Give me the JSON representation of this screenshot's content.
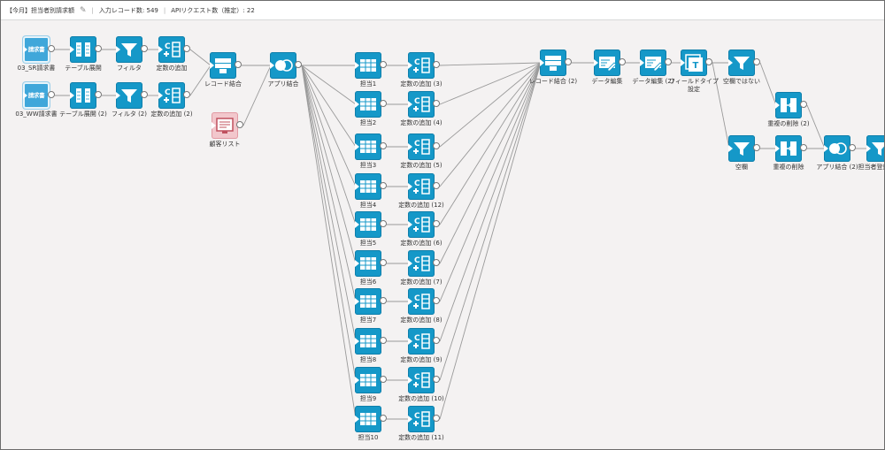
{
  "toolbar": {
    "title": "【今月】担当者別請求額",
    "input_records_label": "入力レコード数: 549",
    "api_requests_label": "APIリクエスト数（推定）: 22"
  },
  "colors": {
    "node": "#1598c8",
    "source": "#3fa7da",
    "pink": "#f2c7cc",
    "link": "#9a9a9a"
  },
  "nodes": [
    {
      "id": "src1",
      "label": "03_SR請求書",
      "icon": "invoice-source-icon",
      "text": "請求書",
      "kind": "source"
    },
    {
      "id": "exp1",
      "label": "テーブル展開",
      "icon": "table-expand-icon"
    },
    {
      "id": "fil1",
      "label": "フィルタ",
      "icon": "filter-icon"
    },
    {
      "id": "con1",
      "label": "定数の追加",
      "icon": "add-constant-icon"
    },
    {
      "id": "src2",
      "label": "03_WW請求書",
      "icon": "invoice-source-icon",
      "text": "請求書",
      "kind": "source"
    },
    {
      "id": "exp2",
      "label": "テーブル展開 (2)",
      "icon": "table-expand-icon"
    },
    {
      "id": "fil2",
      "label": "フィルタ (2)",
      "icon": "filter-icon"
    },
    {
      "id": "con2",
      "label": "定数の追加 (2)",
      "icon": "add-constant-icon"
    },
    {
      "id": "rec1",
      "label": "レコード結合",
      "icon": "record-join-icon"
    },
    {
      "id": "cust",
      "label": "顧客リスト",
      "icon": "customer-list-icon",
      "kind": "pink"
    },
    {
      "id": "app1",
      "label": "アプリ結合",
      "icon": "app-join-icon"
    },
    {
      "id": "t1",
      "label": "担当1",
      "icon": "table-icon"
    },
    {
      "id": "t2",
      "label": "担当2",
      "icon": "table-icon"
    },
    {
      "id": "t3",
      "label": "担当3",
      "icon": "table-icon"
    },
    {
      "id": "t4",
      "label": "担当4",
      "icon": "table-icon"
    },
    {
      "id": "t5",
      "label": "担当5",
      "icon": "table-icon"
    },
    {
      "id": "t6",
      "label": "担当6",
      "icon": "table-icon"
    },
    {
      "id": "t7",
      "label": "担当7",
      "icon": "table-icon"
    },
    {
      "id": "t8",
      "label": "担当8",
      "icon": "table-icon"
    },
    {
      "id": "t9",
      "label": "担当9",
      "icon": "table-icon"
    },
    {
      "id": "t10",
      "label": "担当10",
      "icon": "table-icon"
    },
    {
      "id": "c3",
      "label": "定数の追加 (3)",
      "icon": "add-constant-icon"
    },
    {
      "id": "c4",
      "label": "定数の追加 (4)",
      "icon": "add-constant-icon"
    },
    {
      "id": "c5",
      "label": "定数の追加 (5)",
      "icon": "add-constant-icon"
    },
    {
      "id": "c12",
      "label": "定数の追加 (12)",
      "icon": "add-constant-icon"
    },
    {
      "id": "c6",
      "label": "定数の追加 (6)",
      "icon": "add-constant-icon"
    },
    {
      "id": "c7",
      "label": "定数の追加 (7)",
      "icon": "add-constant-icon"
    },
    {
      "id": "c8",
      "label": "定数の追加 (8)",
      "icon": "add-constant-icon"
    },
    {
      "id": "c9",
      "label": "定数の追加 (9)",
      "icon": "add-constant-icon"
    },
    {
      "id": "c10",
      "label": "定数の追加 (10)",
      "icon": "add-constant-icon"
    },
    {
      "id": "c11",
      "label": "定数の追加 (11)",
      "icon": "add-constant-icon"
    },
    {
      "id": "rec2",
      "label": "レコード結合 (2)",
      "icon": "record-join-icon"
    },
    {
      "id": "ed1",
      "label": "データ編集",
      "icon": "data-edit-icon"
    },
    {
      "id": "ed2",
      "label": "データ編集 (2)",
      "icon": "data-edit-icon"
    },
    {
      "id": "ft",
      "label": "フィールドタイプ設定",
      "icon": "field-type-icon"
    },
    {
      "id": "nb",
      "label": "空欄ではない",
      "icon": "filter-icon"
    },
    {
      "id": "bl",
      "label": "空欄",
      "icon": "filter-icon"
    },
    {
      "id": "dd2",
      "label": "重複の削除 (2)",
      "icon": "dedupe-icon"
    },
    {
      "id": "dd1",
      "label": "重複の削除",
      "icon": "dedupe-icon"
    },
    {
      "id": "app2",
      "label": "アプリ結合 (2)",
      "icon": "app-join-icon"
    },
    {
      "id": "last",
      "label": "担当者登録い分",
      "icon": "filter-icon"
    }
  ]
}
